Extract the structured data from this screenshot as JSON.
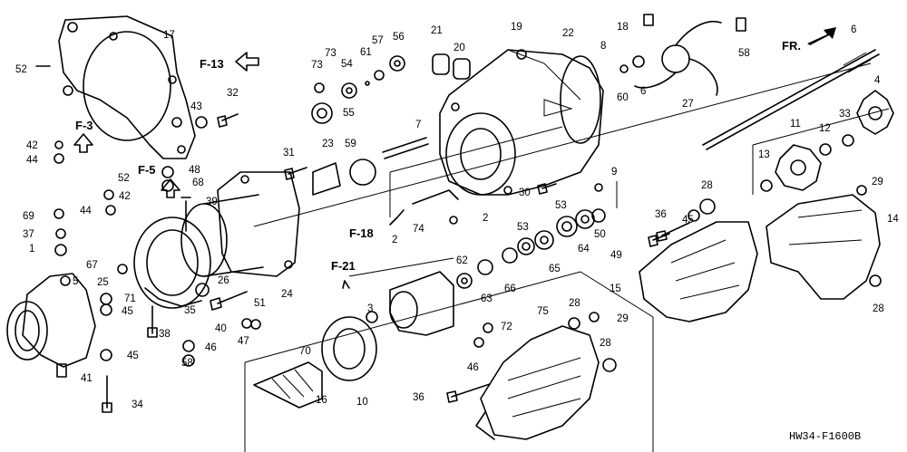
{
  "diagram_code": "HW34-F1600B",
  "front_marker": "FR.",
  "section_refs": [
    "F-13",
    "F-3",
    "F-5",
    "F-18",
    "F-21"
  ],
  "part_numbers": [
    "1",
    "2",
    "3",
    "4",
    "5",
    "6",
    "7",
    "8",
    "9",
    "10",
    "11",
    "12",
    "13",
    "14",
    "15",
    "16",
    "17",
    "18",
    "19",
    "20",
    "21",
    "22",
    "23",
    "24",
    "25",
    "26",
    "27",
    "28",
    "29",
    "30",
    "31",
    "32",
    "33",
    "34",
    "35",
    "36",
    "37",
    "38",
    "39",
    "40",
    "41",
    "42",
    "43",
    "44",
    "45",
    "46",
    "47",
    "48",
    "49",
    "50",
    "51",
    "52",
    "53",
    "54",
    "55",
    "56",
    "57",
    "58",
    "59",
    "60",
    "61",
    "62",
    "63",
    "64",
    "65",
    "66",
    "67",
    "68",
    "69",
    "70",
    "71",
    "72",
    "73",
    "74",
    "75"
  ]
}
